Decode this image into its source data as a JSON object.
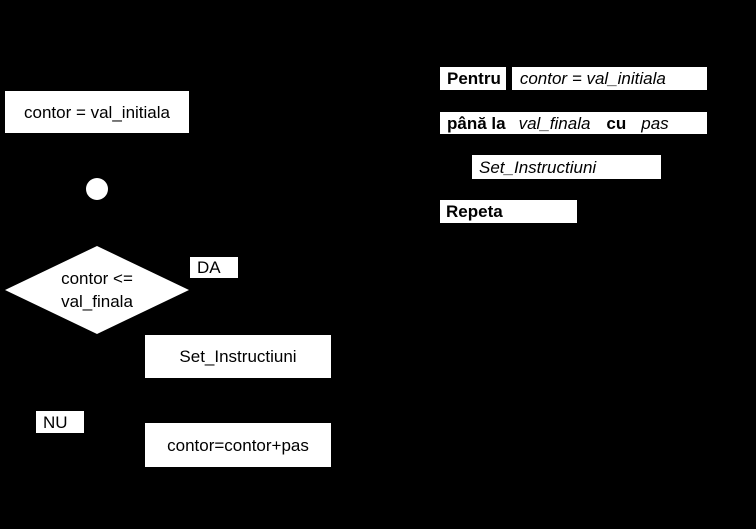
{
  "flowchart": {
    "init_box": "contor = val_initiala",
    "condition": {
      "line1": "contor <=",
      "line2": "val_finala"
    },
    "yes_label": "DA",
    "no_label": "NU",
    "body_box": "Set_Instructiuni",
    "increment_box": "contor=contor+pas"
  },
  "pseudocode": {
    "line1": {
      "keyword": "Pentru",
      "expr": "contor = val_initiala"
    },
    "line2": {
      "keyword1": "până la",
      "value1": "val_finala",
      "keyword2": "cu",
      "value2": "pas"
    },
    "line3": {
      "body": "Set_Instructiuni"
    },
    "line4": {
      "keyword": "Repeta"
    }
  },
  "colors": {
    "background": "#000000",
    "box_fill": "#ffffff",
    "text": "#000000"
  }
}
